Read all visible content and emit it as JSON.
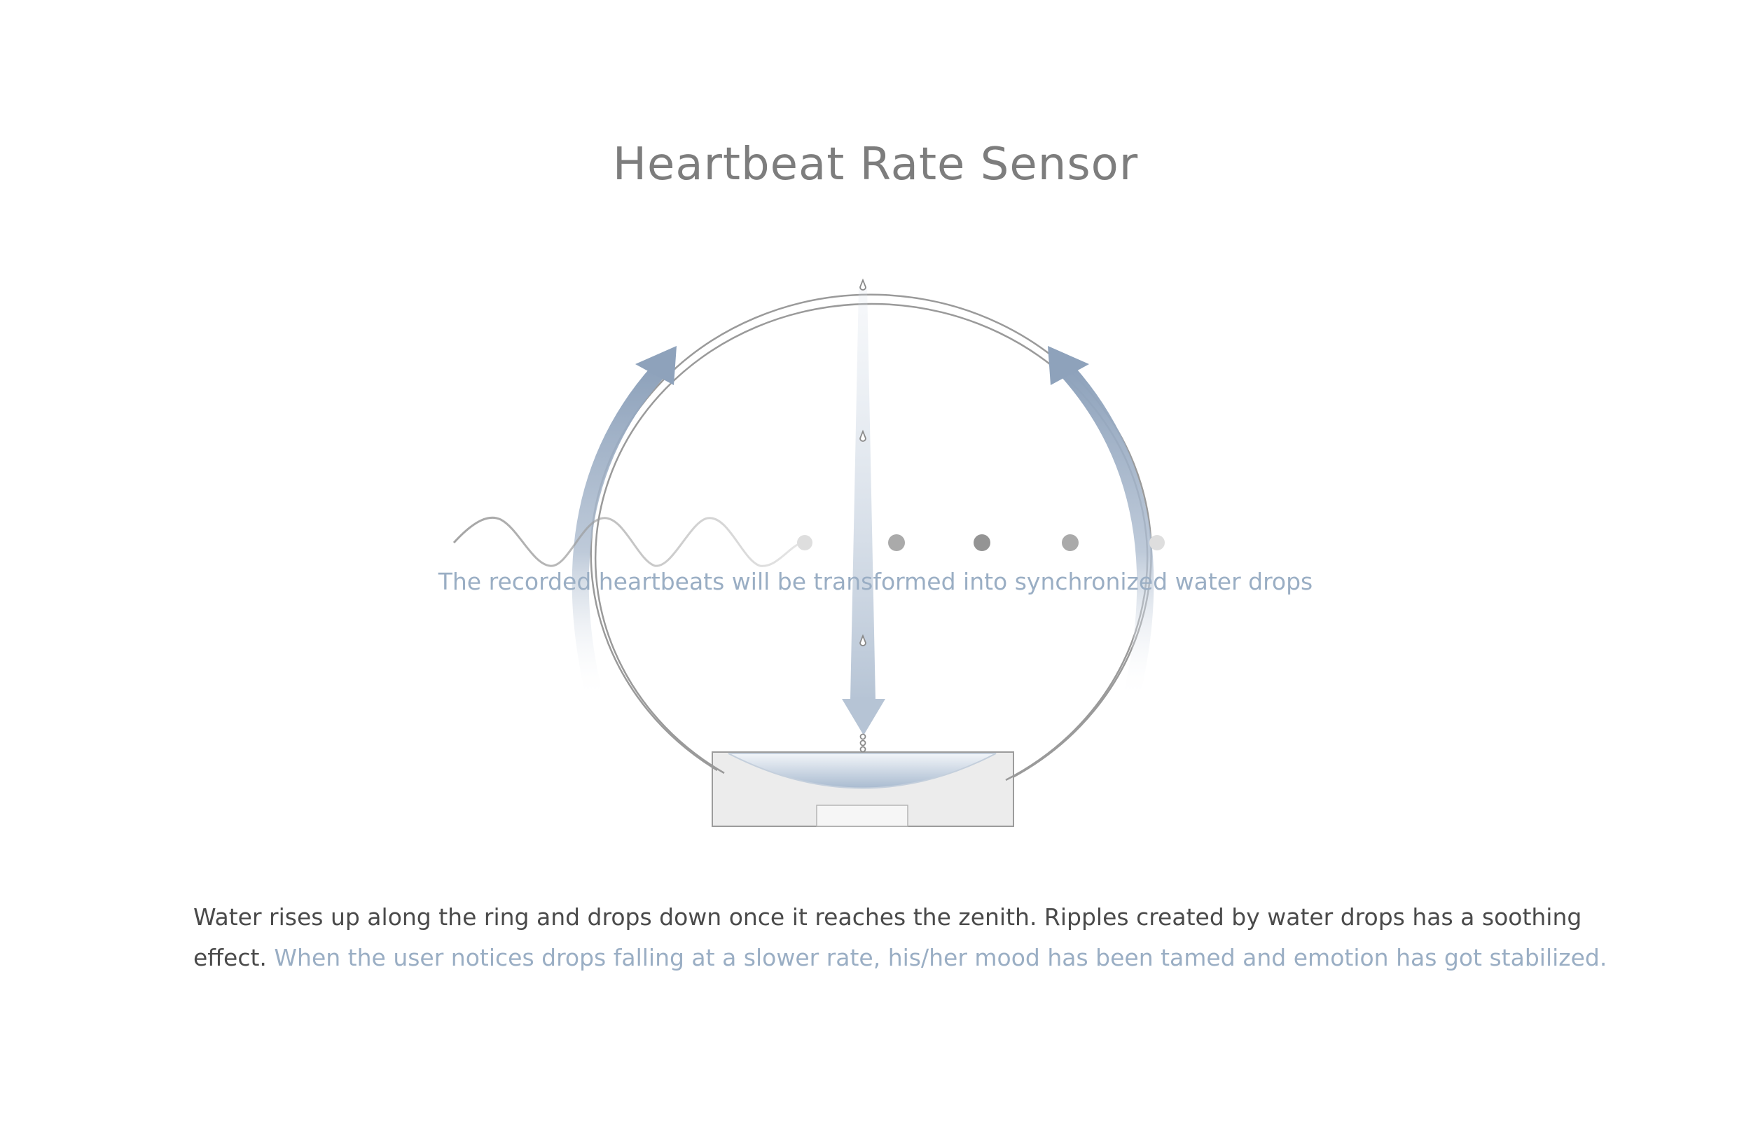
{
  "title": "Heartbeat Rate Sensor",
  "caption": "The recorded heartbeats will be transformed into synchronized water drops",
  "description": {
    "text": "Water rises up along the ring and drops down once it reaches the zenith. Ripples created by water drops has a soothing effect.",
    "highlight": "When the user notices drops falling at a slower rate, his/her mood has been tamed and emotion has got stabilized."
  },
  "colors": {
    "title": "#7d7d7d",
    "accent": "#9aaec4",
    "body": "#4a4a4a",
    "arrow": "#8ea2bb",
    "ring": "#9a9a9a",
    "base": "#ececec"
  }
}
